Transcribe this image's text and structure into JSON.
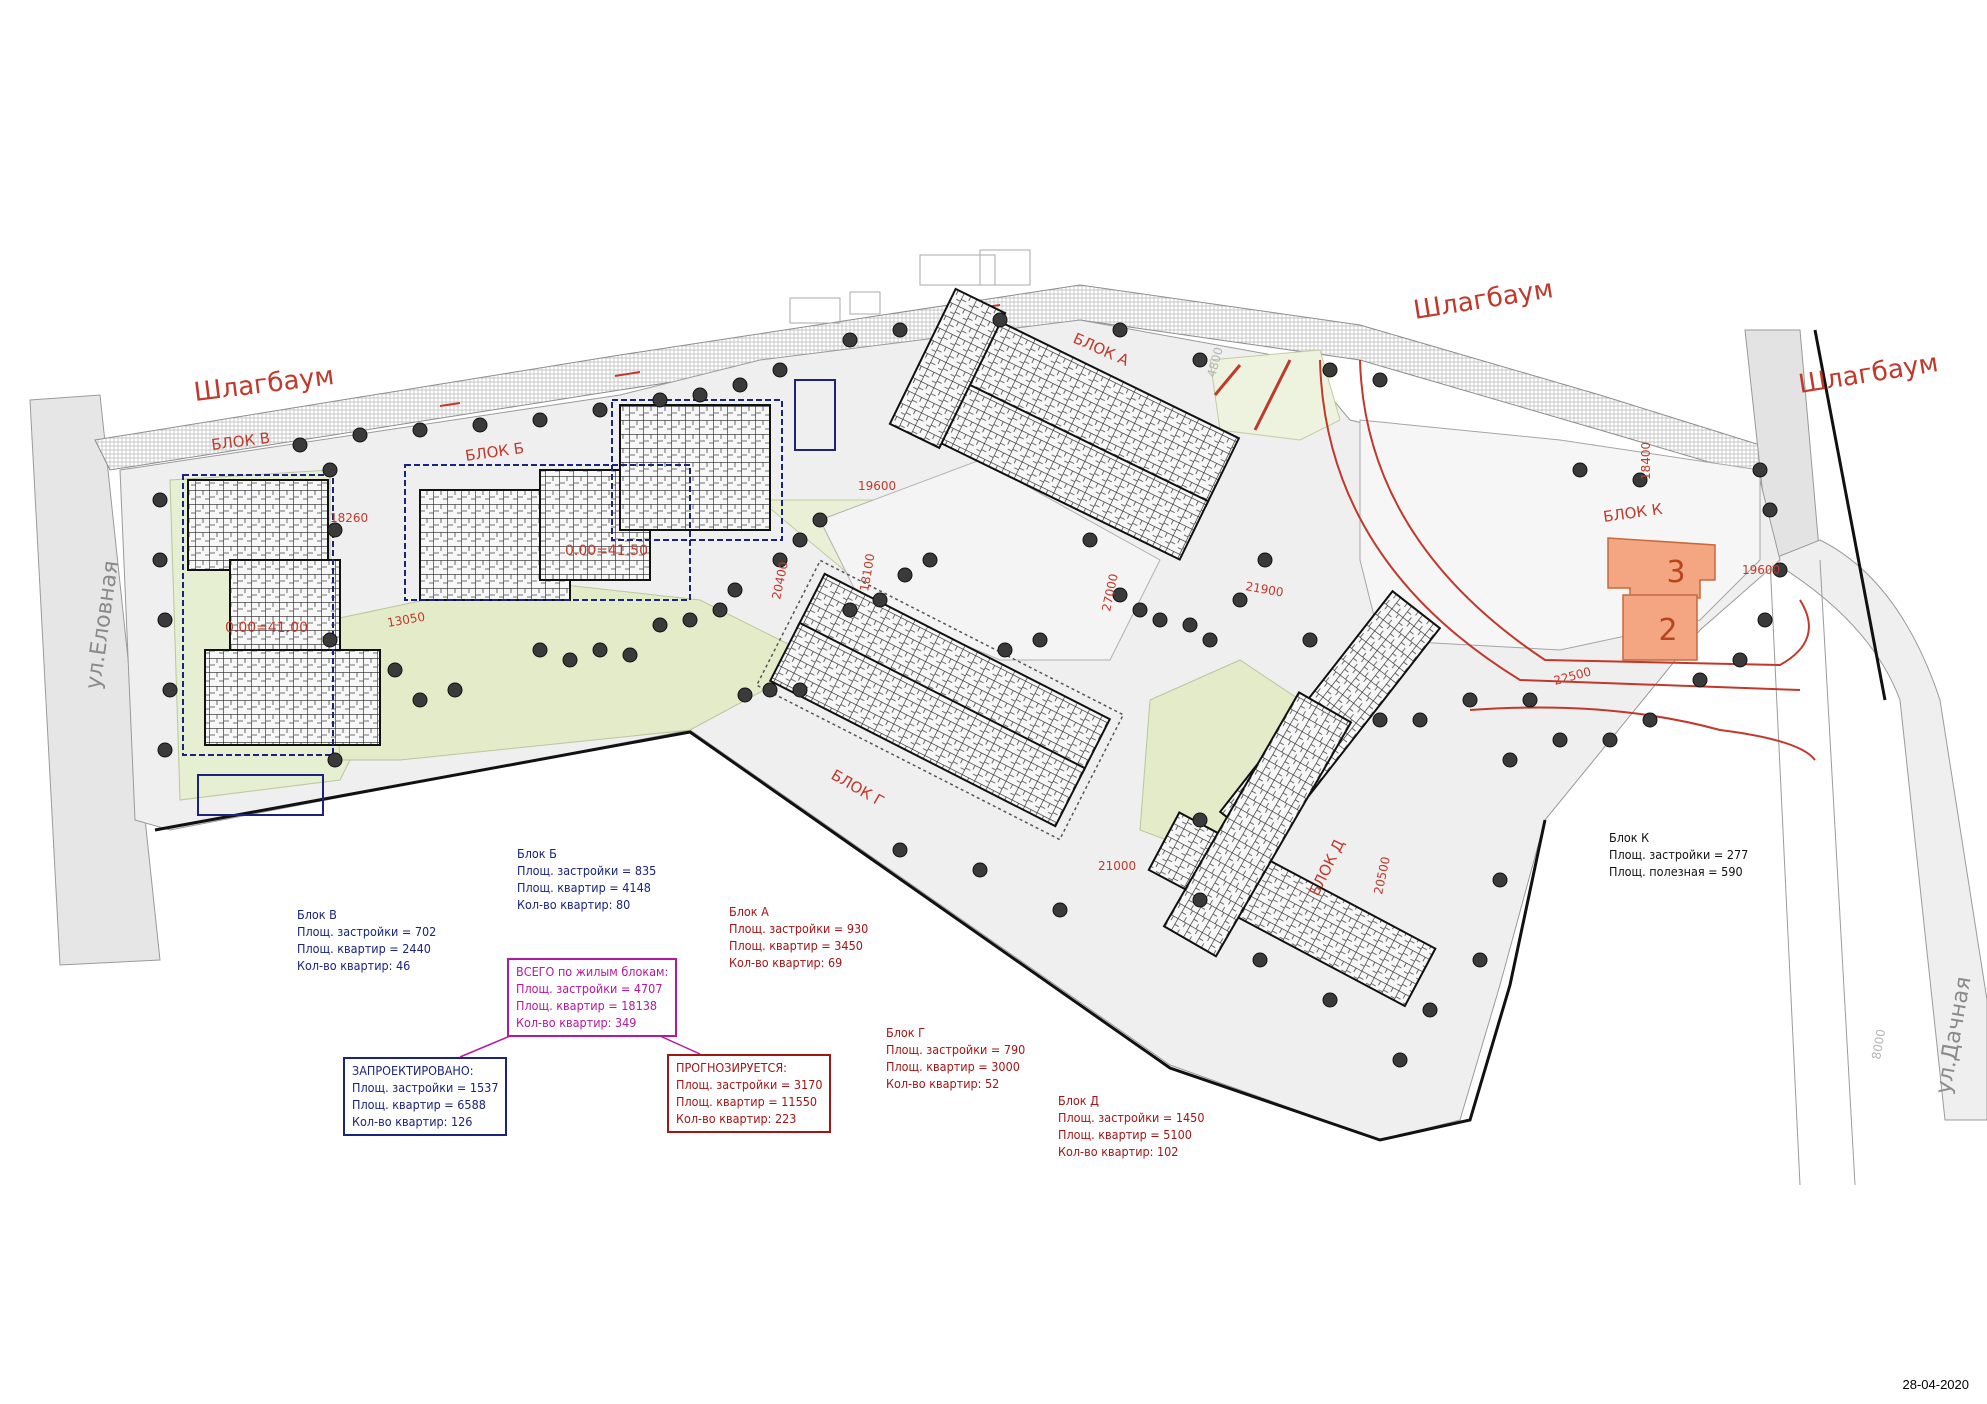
{
  "colors": {
    "red_label": "#c0392b",
    "blue_box": "#1a237e",
    "magenta_box": "#b5179e",
    "dark_red_box": "#a31515",
    "building_k": "#f4a582",
    "park_green": "#dbe8b8",
    "paving": "#e2e2e2"
  },
  "labels": {
    "barrier_1": "Шлагбаум",
    "barrier_2": "Шлагбаум",
    "barrier_3": "Шлагбаум",
    "street_1": "ул.Еловная",
    "street_2": "ул.Дачная",
    "block_v": "БЛОК   В",
    "block_b": "БЛОК   Б",
    "block_a": "БЛОК   А",
    "block_g": "БЛОК   Г",
    "block_d": "БЛОК   Д",
    "block_k": "БЛОК   К",
    "level_1": "0.00=41.00",
    "level_2": "0.00=41.50",
    "floors_3": "3",
    "floors_2": "2"
  },
  "dimensions": [
    "18260",
    "13050",
    "19600",
    "18100",
    "20400",
    "27000",
    "21900",
    "18400",
    "19600",
    "22500",
    "21000",
    "20500",
    "4800",
    "8000"
  ],
  "stats": {
    "block_v": {
      "title": "Блок В",
      "area": "Площ. застройки = 702",
      "apts_area": "Площ. квартир = 2440",
      "count": "Кол-во квартир: 46"
    },
    "block_b": {
      "title": "Блок Б",
      "area": "Площ. застройки = 835",
      "apts_area": "Площ. квартир = 4148",
      "count": "Кол-во квартир: 80"
    },
    "block_a": {
      "title": "Блок А",
      "area": "Площ. застройки = 930",
      "apts_area": "Площ. квартир = 3450",
      "count": "Кол-во квартир: 69"
    },
    "block_g": {
      "title": "Блок Г",
      "area": "Площ. застройки = 790",
      "apts_area": "Площ. квартир = 3000",
      "count": "Кол-во квартир: 52"
    },
    "block_d": {
      "title": "Блок Д",
      "area": "Площ. застройки = 1450",
      "apts_area": "Площ. квартир = 5100",
      "count": "Кол-во квартир: 102"
    },
    "block_k": {
      "title": "Блок К",
      "area": "Площ. застройки = 277",
      "useful": "Площ. полезная = 590"
    },
    "total": {
      "title": "ВСЕГО по жилым блокам:",
      "area": "Площ. застройки = 4707",
      "apts_area": "Площ. квартир = 18138",
      "count": "Кол-во квартир: 349"
    },
    "designed": {
      "title": "ЗАПРОЕКТИРОВАНО:",
      "area": "Площ. застройки = 1537",
      "apts_area": "Площ. квартир = 6588",
      "count": "Кол-во квартир: 126"
    },
    "forecast": {
      "title": "ПРОГНОЗИРУЕТСЯ:",
      "area": "Площ. застройки = 3170",
      "apts_area": "Площ. квартир = 11550",
      "count": "Кол-во квартир: 223"
    }
  },
  "date": "28-04-2020"
}
